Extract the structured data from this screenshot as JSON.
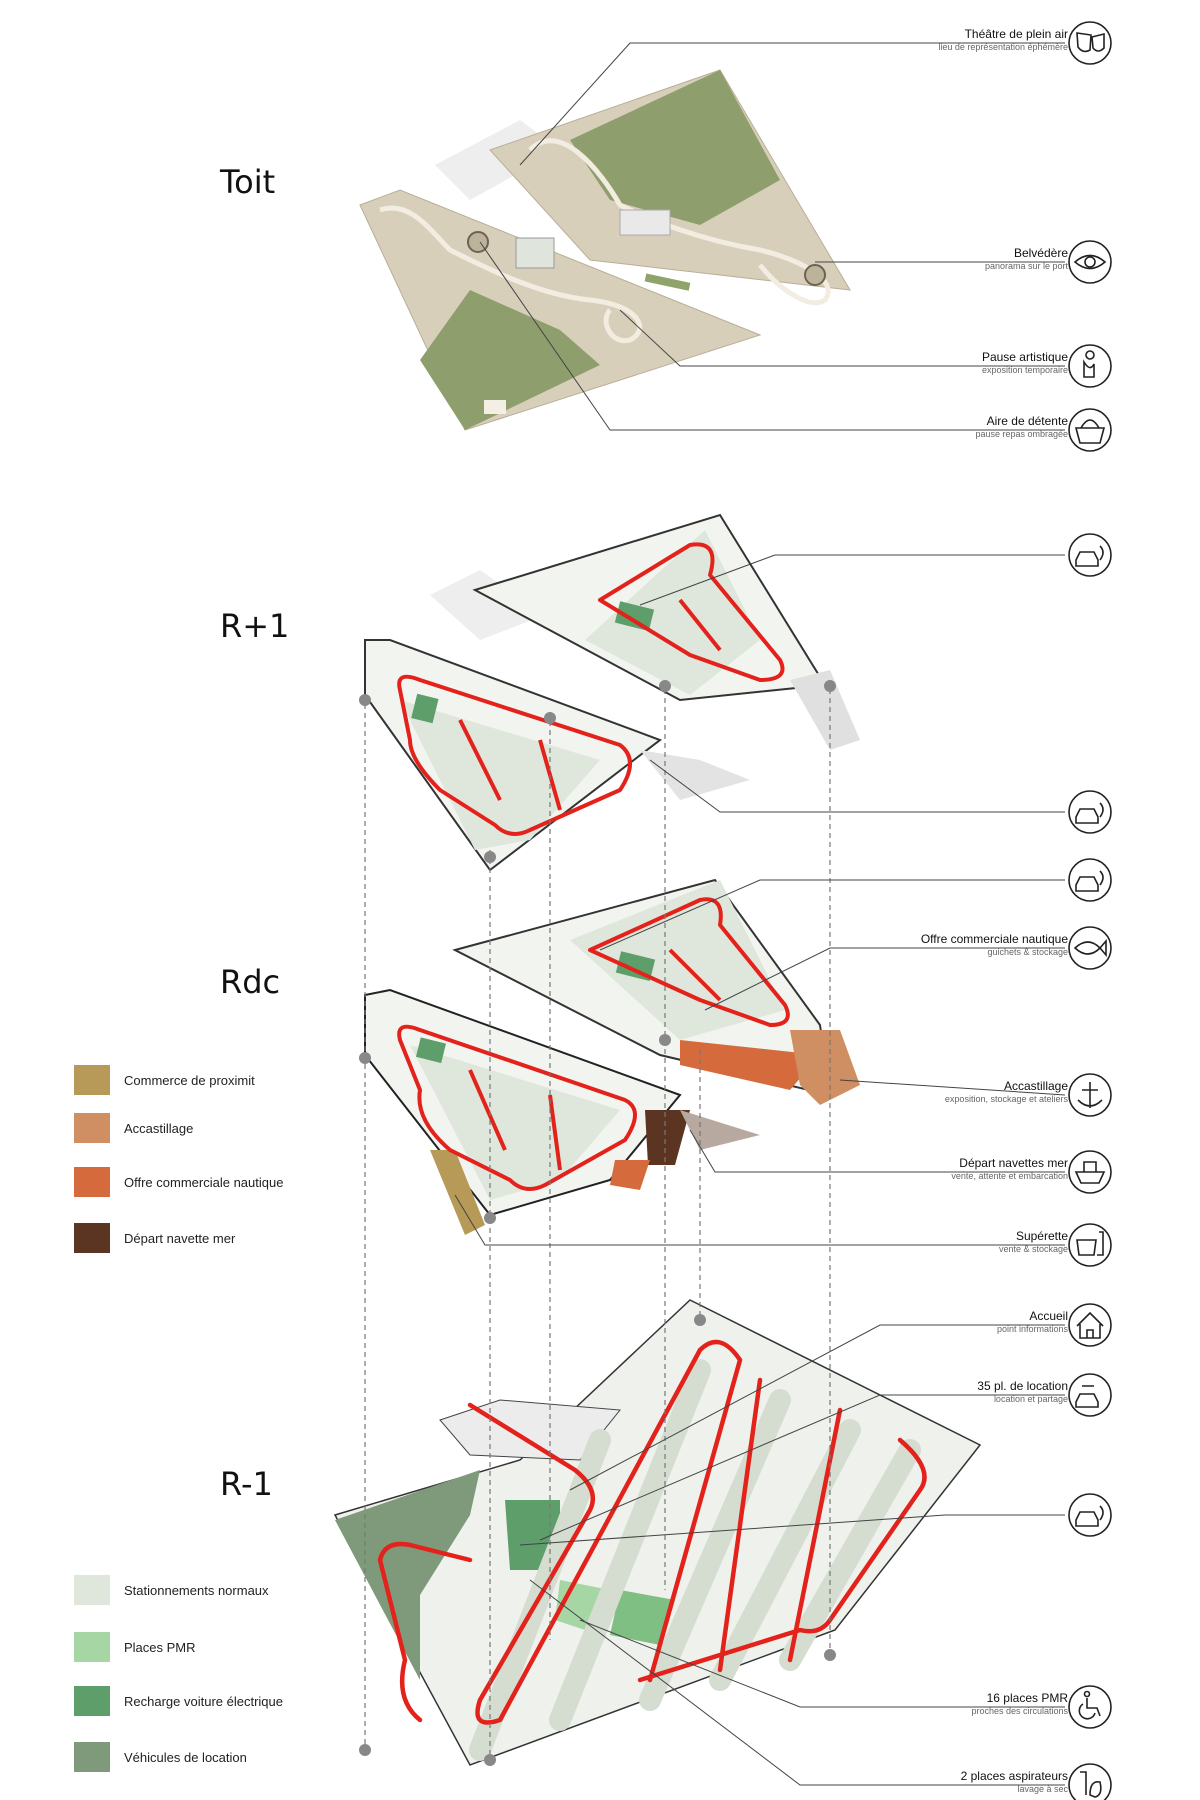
{
  "levels": {
    "roof": "Toit",
    "first": "R+1",
    "ground": "Rdc",
    "basement": "R-1"
  },
  "callouts": [
    {
      "title": "Théâtre de plein air",
      "subtitle": "lieu de représentation éphémère",
      "icon": "theater-masks-icon"
    },
    {
      "title": "Belvédère",
      "subtitle": "panorama sur le port",
      "icon": "eye-panorama-icon"
    },
    {
      "title": "Pause artistique",
      "subtitle": "exposition temporaire",
      "icon": "sculpture-icon"
    },
    {
      "title": "Aire de détente",
      "subtitle": "pause repas ombragée",
      "icon": "picnic-basket-icon"
    },
    {
      "title": "",
      "subtitle": "",
      "icon": "ev-charging-icon"
    },
    {
      "title": "",
      "subtitle": "",
      "icon": "ev-charging-icon"
    },
    {
      "title": "",
      "subtitle": "",
      "icon": "ev-charging-icon"
    },
    {
      "title": "Offre commerciale nautique",
      "subtitle": "guichets & stockage",
      "icon": "fish-icon"
    },
    {
      "title": "Accastillage",
      "subtitle": "exposition, stockage et ateliers",
      "icon": "anchor-icon"
    },
    {
      "title": "Départ navettes mer",
      "subtitle": "vente, attente et embarcation",
      "icon": "boat-icon"
    },
    {
      "title": "Supérette",
      "subtitle": "vente & stockage",
      "icon": "shopping-icon"
    },
    {
      "title": "Accueil",
      "subtitle": "point informations",
      "icon": "house-icon"
    },
    {
      "title": "35 pl. de location",
      "subtitle": "location et partage",
      "icon": "car-sharing-icon"
    },
    {
      "title": "",
      "subtitle": "",
      "icon": "ev-charging-icon"
    },
    {
      "title": "16 places PMR",
      "subtitle": "proches des circulations",
      "icon": "wheelchair-icon"
    },
    {
      "title": "2 places aspirateurs",
      "subtitle": "lavage à sec",
      "icon": "vacuum-icon"
    }
  ],
  "legend_commerce": [
    {
      "label": "Commerce de proximit",
      "color": "#b79a58"
    },
    {
      "label": "Accastillage",
      "color": "#cf8f63"
    },
    {
      "label": "Offre commerciale nautique",
      "color": "#d56b3d"
    },
    {
      "label": "Départ navette mer",
      "color": "#5b3521"
    }
  ],
  "legend_parking": [
    {
      "label": "Stationnements normaux",
      "color": "#dfe6dc"
    },
    {
      "label": "Places PMR",
      "color": "#a7d6a5"
    },
    {
      "label": "Recharge voiture électrique",
      "color": "#5e9e6b"
    },
    {
      "label": "Véhicules de location",
      "color": "#7e9a7a"
    }
  ],
  "colors": {
    "circulation": "#e3221b",
    "parking_floor": "#dfe7dc",
    "roof_sand": "#d6cdb9",
    "roof_green": "#8f9f6f"
  }
}
